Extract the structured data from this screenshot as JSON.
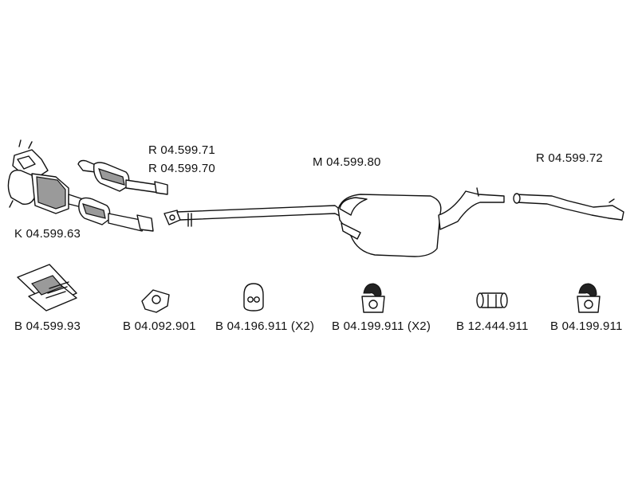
{
  "assembly": {
    "catalyst_front": "K 04.599.63",
    "front_pipe_a": "R 04.599.71",
    "front_pipe_b": "R 04.599.70",
    "middle_silencer": "M 04.599.80",
    "rear_pipe": "R 04.599.72"
  },
  "fittings": [
    {
      "code": "B 04.599.93"
    },
    {
      "code": "B 04.092.901"
    },
    {
      "code": "B 04.196.911 (X2)"
    },
    {
      "code": "B 04.199.911 (X2)"
    },
    {
      "code": "B 12.444.911"
    },
    {
      "code": "B 04.199.911"
    }
  ]
}
